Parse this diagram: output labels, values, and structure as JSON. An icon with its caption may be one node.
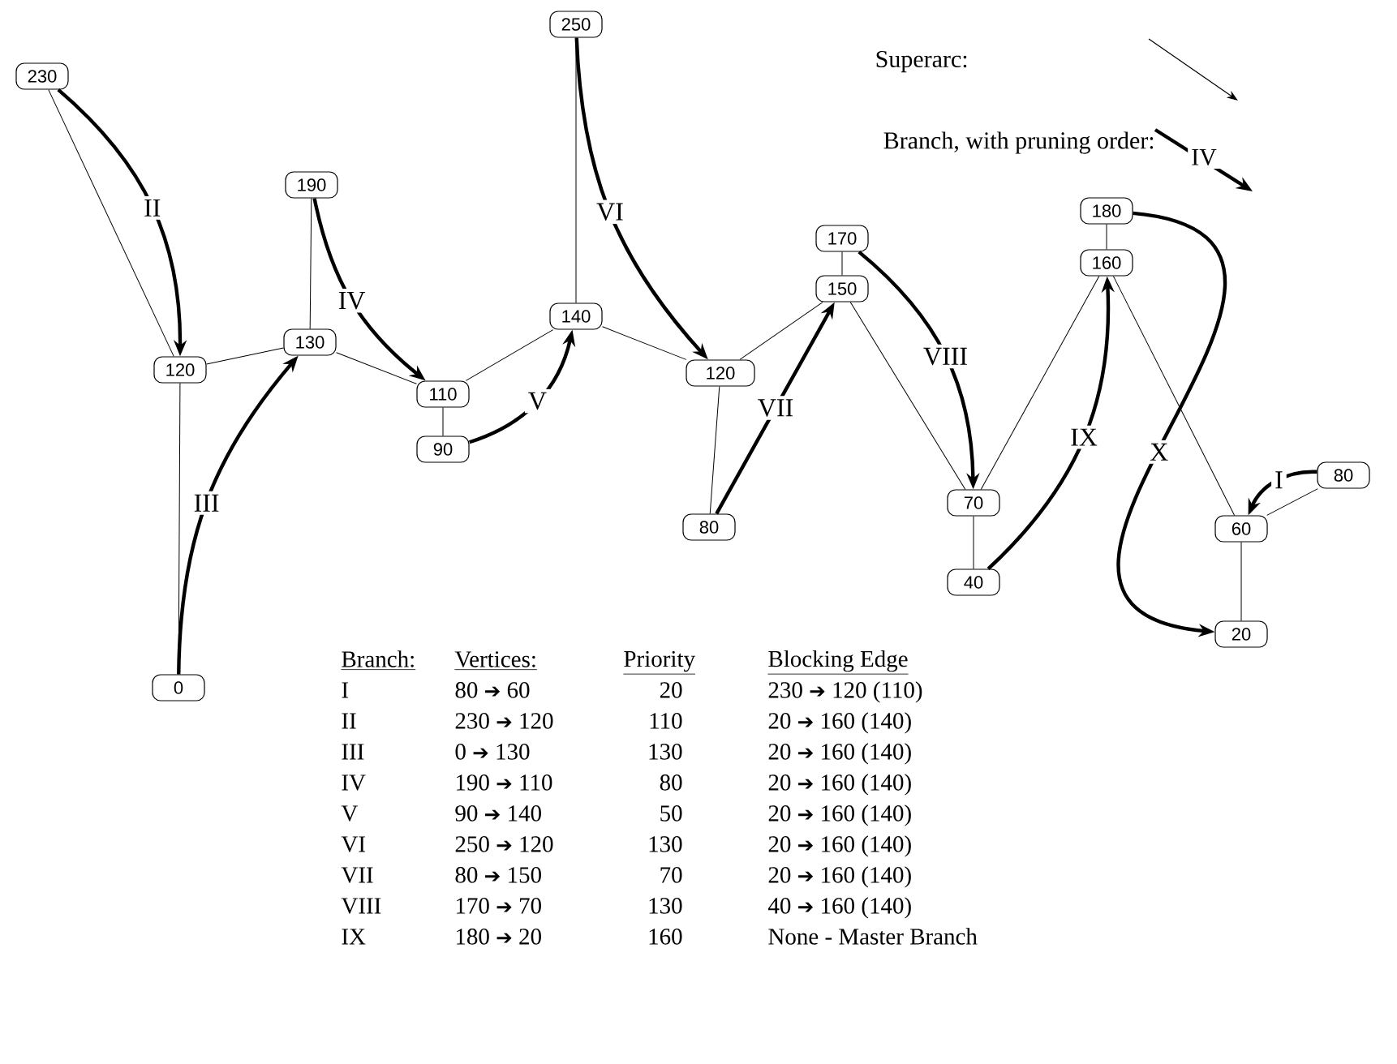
{
  "diagram": {
    "nodes": [
      {
        "text": [
          "230"
        ]
      },
      {
        "text": [
          "120"
        ]
      },
      {
        "text": [
          "0"
        ]
      },
      {
        "text": [
          "190"
        ]
      },
      {
        "text": [
          "130"
        ]
      },
      {
        "text": [
          "110"
        ]
      },
      {
        "text": [
          "90"
        ]
      },
      {
        "text": [
          "250"
        ]
      },
      {
        "text": [
          "140"
        ]
      },
      {
        "text": [
          "120"
        ]
      },
      {
        "text": [
          "80"
        ]
      },
      {
        "text": [
          "170"
        ]
      },
      {
        "text": [
          "150"
        ]
      },
      {
        "text": [
          "70"
        ]
      },
      {
        "text": [
          "40"
        ]
      },
      {
        "text": [
          "180"
        ]
      },
      {
        "text": [
          "160"
        ]
      },
      {
        "text": [
          "60"
        ]
      },
      {
        "text": [
          "20"
        ]
      },
      {
        "text": [
          "80"
        ]
      }
    ],
    "edges": [
      {
        "from": 0,
        "to": 1,
        "arrow": "none"
      },
      {
        "from": 1,
        "to": 2,
        "arrow": "none"
      },
      {
        "from": 1,
        "to": 4,
        "arrow": "none"
      },
      {
        "from": 3,
        "to": 4,
        "arrow": "none"
      },
      {
        "from": 4,
        "to": 5,
        "arrow": "none"
      },
      {
        "from": 5,
        "to": 6,
        "arrow": "none"
      },
      {
        "from": 5,
        "to": 8,
        "arrow": "none"
      },
      {
        "from": 7,
        "to": 8,
        "arrow": "none"
      },
      {
        "from": 8,
        "to": 9,
        "arrow": "none"
      },
      {
        "from": 9,
        "to": 10,
        "arrow": "none"
      },
      {
        "from": 9,
        "to": 12,
        "arrow": "none"
      },
      {
        "from": 11,
        "to": 12,
        "arrow": "none"
      },
      {
        "from": 12,
        "to": 13,
        "arrow": "none"
      },
      {
        "from": 13,
        "to": 14,
        "arrow": "none"
      },
      {
        "from": 13,
        "to": 16,
        "arrow": "none"
      },
      {
        "from": 15,
        "to": 16,
        "arrow": "none"
      },
      {
        "from": 16,
        "to": 17,
        "arrow": "none"
      },
      {
        "from": 17,
        "to": 18,
        "arrow": "none"
      },
      {
        "from": 17,
        "to": 19,
        "arrow": "none"
      },
      {
        "from": 19,
        "to": 17,
        "arrow": "to",
        "style": "thick",
        "label": "I"
      },
      {
        "from": 0,
        "to": 1,
        "arrow": "to",
        "style": "thick",
        "label": "II"
      },
      {
        "from": 2,
        "to": 4,
        "arrow": "to",
        "style": "thick",
        "label": "III"
      },
      {
        "from": 3,
        "to": 5,
        "arrow": "to",
        "style": "thick",
        "label": "IV"
      },
      {
        "from": 6,
        "to": 8,
        "arrow": "to",
        "style": "thick",
        "label": "V"
      },
      {
        "from": 7,
        "to": 9,
        "arrow": "to",
        "style": "thick",
        "label": "VI"
      },
      {
        "from": 10,
        "to": 12,
        "arrow": "to",
        "style": "thick",
        "label": "VII"
      },
      {
        "from": 11,
        "to": 13,
        "arrow": "to",
        "style": "thick",
        "label": "VIII"
      },
      {
        "from": 14,
        "to": 16,
        "arrow": "to",
        "style": "thick",
        "label": "IX"
      },
      {
        "from": 15,
        "to": 18,
        "arrow": "to",
        "style": "thick",
        "label": "X"
      }
    ],
    "labels": [
      "IV",
      "Branch:",
      "Vertices:",
      "Priority",
      "Blocking Edge",
      "I",
      "80 ➔ 60",
      "20",
      "230 ➔ 120 (110)",
      "II",
      "230 ➔ 120",
      "110",
      "20 ➔ 160 (140)",
      "III",
      "0 ➔ 130",
      "130",
      "20 ➔ 160 (140)",
      "IV",
      "190 ➔ 110",
      "80",
      "20 ➔ 160 (140)",
      "V",
      "90 ➔ 140",
      "50",
      "20 ➔ 160 (140)",
      "VI",
      "250 ➔ 120",
      "130",
      "20 ➔ 160 (140)",
      "VII",
      "80 ➔ 150",
      "70",
      "20 ➔ 160 (140)",
      "VIII",
      "170 ➔ 70",
      "130",
      "40 ➔ 160 (140)",
      "IX",
      "180 ➔ 20",
      "160",
      "None - Master Branch"
    ],
    "legend": [
      {
        "text": "Superarc:"
      },
      {
        "text": "Branch, with pruning order:"
      }
    ]
  }
}
